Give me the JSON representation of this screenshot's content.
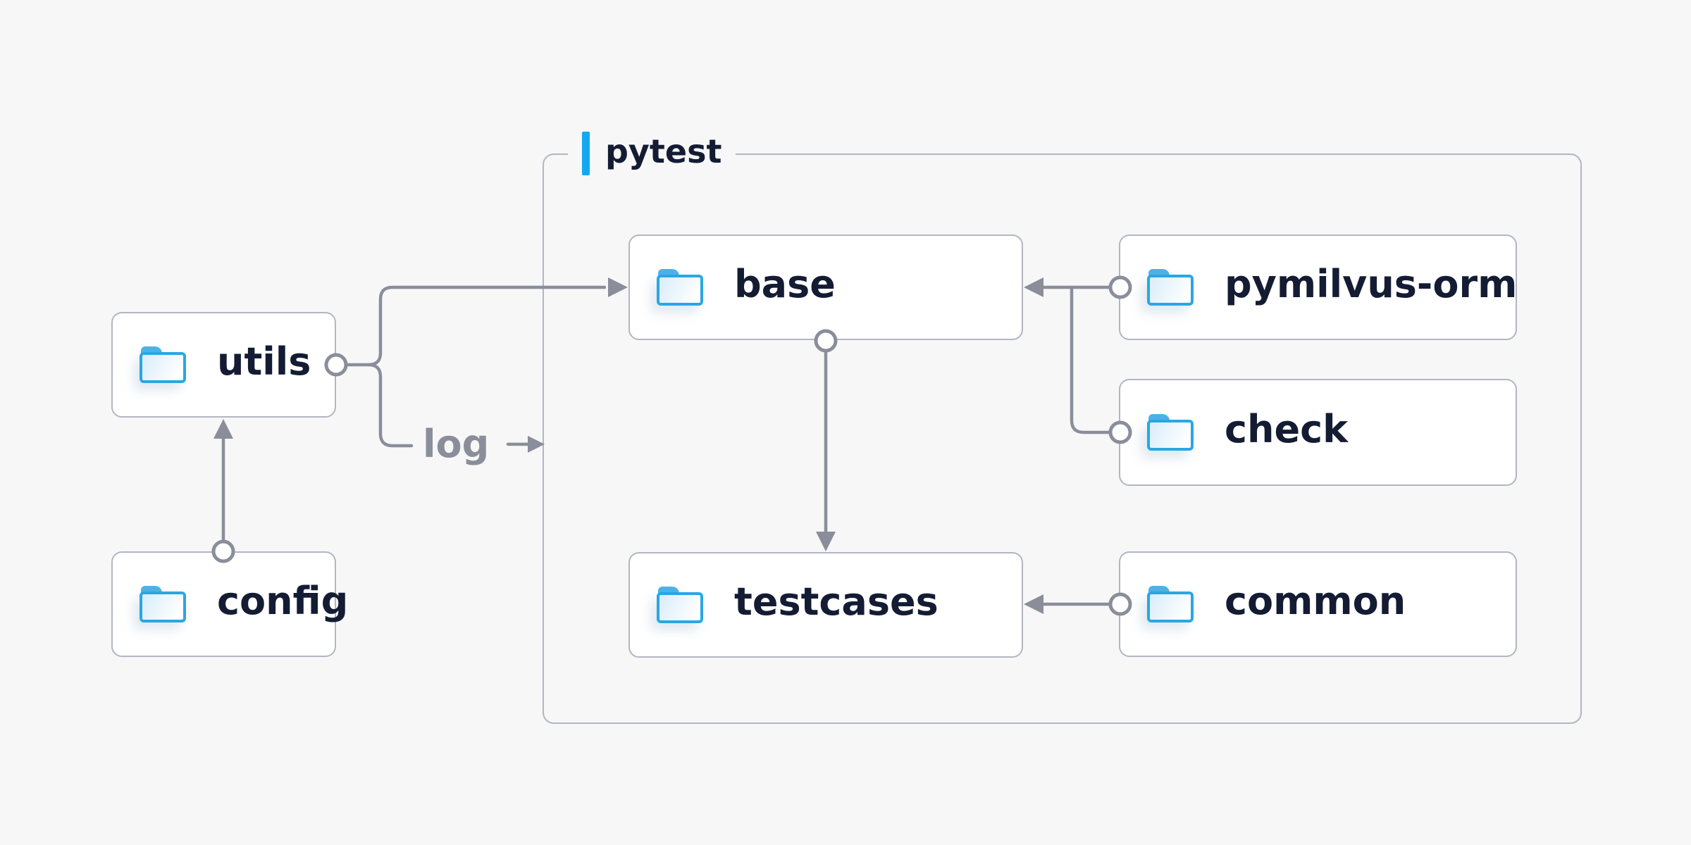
{
  "page": {
    "background": "#f7f7f8"
  },
  "colors": {
    "bg": "#f7f7f8",
    "accent_blue": "#14a8f1",
    "folder_blue": "#2ba6e4",
    "line_gray": "#8a8e9a",
    "box_border": "#b3b6c1",
    "text_dark": "#131c33"
  },
  "group": {
    "label": "pytest"
  },
  "nodes": {
    "utils": {
      "label": "utils"
    },
    "config": {
      "label": "config"
    },
    "base": {
      "label": "base"
    },
    "pymilvus_orm": {
      "label": "pymilvus-orm"
    },
    "check": {
      "label": "check"
    },
    "testcases": {
      "label": "testcases"
    },
    "common": {
      "label": "common"
    }
  },
  "edge_label": {
    "text": "log",
    "arrow_glyph": "→"
  },
  "icons": {
    "folder": "folder-icon",
    "arrow": "arrow-right-icon"
  },
  "edges": [
    {
      "from": "config",
      "to": "utils"
    },
    {
      "from": "utils",
      "to": "base"
    },
    {
      "from": "utils",
      "to": "log"
    },
    {
      "from": "pymilvus_orm",
      "to": "base"
    },
    {
      "from": "check",
      "to": "base"
    },
    {
      "from": "base",
      "to": "testcases"
    },
    {
      "from": "common",
      "to": "testcases"
    }
  ]
}
